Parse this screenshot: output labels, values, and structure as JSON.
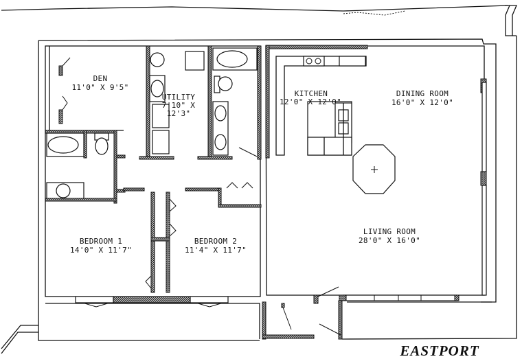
{
  "plan": {
    "name": "EASTPORT",
    "rooms": [
      {
        "id": "den",
        "name": "DEN",
        "dimensions": "11'0\" X 9'5\""
      },
      {
        "id": "utility",
        "name": "UTILITY",
        "dimensions_line1": "7'10\" X",
        "dimensions_line2": "12'3\""
      },
      {
        "id": "kitchen",
        "name": "KITCHEN",
        "dimensions": "12'0\" X 12'0\""
      },
      {
        "id": "dining",
        "name": "DINING ROOM",
        "dimensions": "16'0\" X 12'0\""
      },
      {
        "id": "bedroom1",
        "name": "BEDROOM 1",
        "dimensions": "14'0\" X 11'7\""
      },
      {
        "id": "bedroom2",
        "name": "BEDROOM 2",
        "dimensions": "11'4\" X 11'7\""
      },
      {
        "id": "living",
        "name": "LIVING ROOM",
        "dimensions": "28'0\" X 16'0\""
      }
    ],
    "colors": {
      "ink": "#111111",
      "paper": "#ffffff"
    }
  }
}
